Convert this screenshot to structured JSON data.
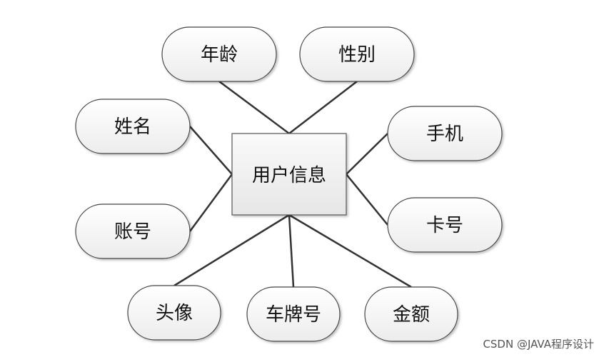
{
  "diagram": {
    "center": {
      "label": "用户信息"
    },
    "attributes": [
      {
        "id": "age",
        "label": "年龄"
      },
      {
        "id": "gender",
        "label": "性别"
      },
      {
        "id": "name",
        "label": "姓名"
      },
      {
        "id": "phone",
        "label": "手机"
      },
      {
        "id": "account",
        "label": "账号"
      },
      {
        "id": "card",
        "label": "卡号"
      },
      {
        "id": "avatar",
        "label": "头像"
      },
      {
        "id": "plate",
        "label": "车牌号"
      },
      {
        "id": "amount",
        "label": "金额"
      }
    ]
  },
  "watermark": "CSDN @JAVA程序设计"
}
